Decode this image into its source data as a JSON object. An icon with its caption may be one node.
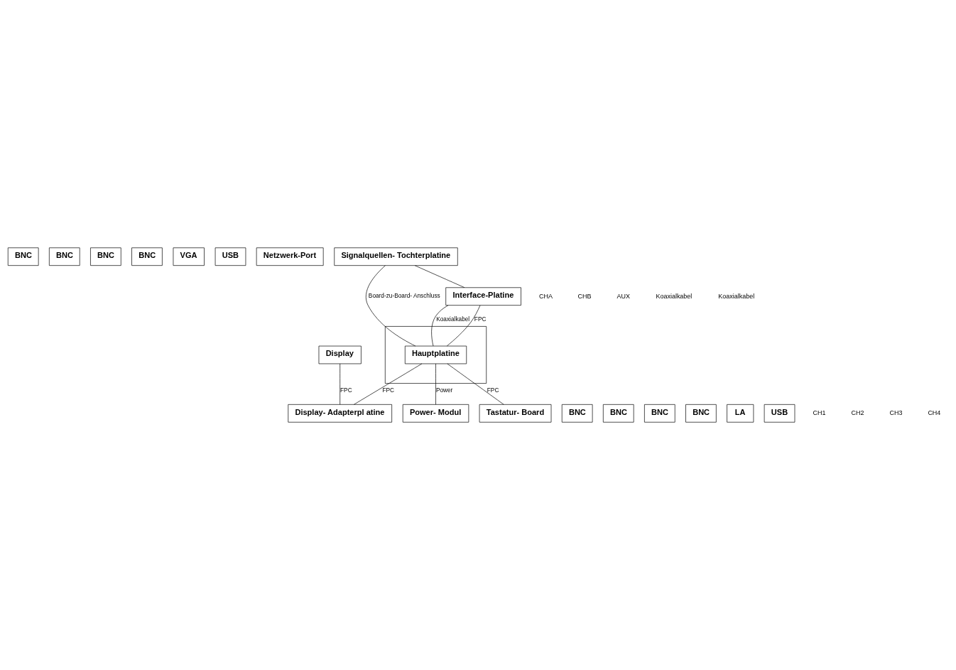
{
  "diagram": {
    "nodes": [
      {
        "text": [
          "BNC"
        ]
      },
      {
        "text": [
          "BNC"
        ]
      },
      {
        "text": [
          "BNC"
        ]
      },
      {
        "text": [
          "BNC"
        ]
      },
      {
        "text": [
          "VGA"
        ]
      },
      {
        "text": [
          "USB"
        ]
      },
      {
        "text": [
          "Netzwerk-Port"
        ]
      },
      {
        "text": [
          "Signalquellen- Tochterplatine"
        ]
      },
      {
        "text": [
          "Interface-Platine"
        ]
      },
      {
        "text": [
          "Tastatur- Board"
        ]
      },
      {
        "text": [],
        "shape": "box"
      },
      {
        "text": [
          "Hauptplatine"
        ],
        "in": 10
      },
      {
        "text": [
          "Display"
        ]
      },
      {
        "text": [
          "Display- Adapterpl atine"
        ]
      },
      {
        "text": [
          "BNC"
        ]
      },
      {
        "text": [
          "BNC"
        ]
      },
      {
        "text": [
          "BNC"
        ]
      },
      {
        "text": [
          "BNC"
        ]
      },
      {
        "text": [
          "LA"
        ]
      },
      {
        "text": [
          "USB"
        ]
      },
      {
        "text": [
          "Power- Modul"
        ]
      }
    ],
    "edges": [
      {
        "from": 7,
        "to": 8,
        "arrow": "none"
      },
      {
        "from": 7,
        "to": 11,
        "arrow": "none",
        "label": "Board-zu-Board- Anschluss"
      },
      {
        "from": 8,
        "to": 11,
        "arrow": "none",
        "label": "Koaxialkabel"
      },
      {
        "from": 8,
        "to": 11,
        "arrow": "none",
        "label": "FPC"
      },
      {
        "from": 11,
        "to": 9,
        "arrow": "none",
        "label": "FPC"
      },
      {
        "from": 12,
        "to": 13,
        "arrow": "none",
        "label": "FPC"
      },
      {
        "from": 11,
        "to": 13,
        "arrow": "none",
        "label": "FPC"
      },
      {
        "from": 11,
        "to": 20,
        "arrow": "none",
        "label": "Power"
      }
    ],
    "labels": [
      "CHA",
      "CHB",
      "AUX",
      "Koaxialkabel",
      "Koaxialkabel",
      "CH1",
      "CH2",
      "CH3",
      "CH4"
    ]
  }
}
